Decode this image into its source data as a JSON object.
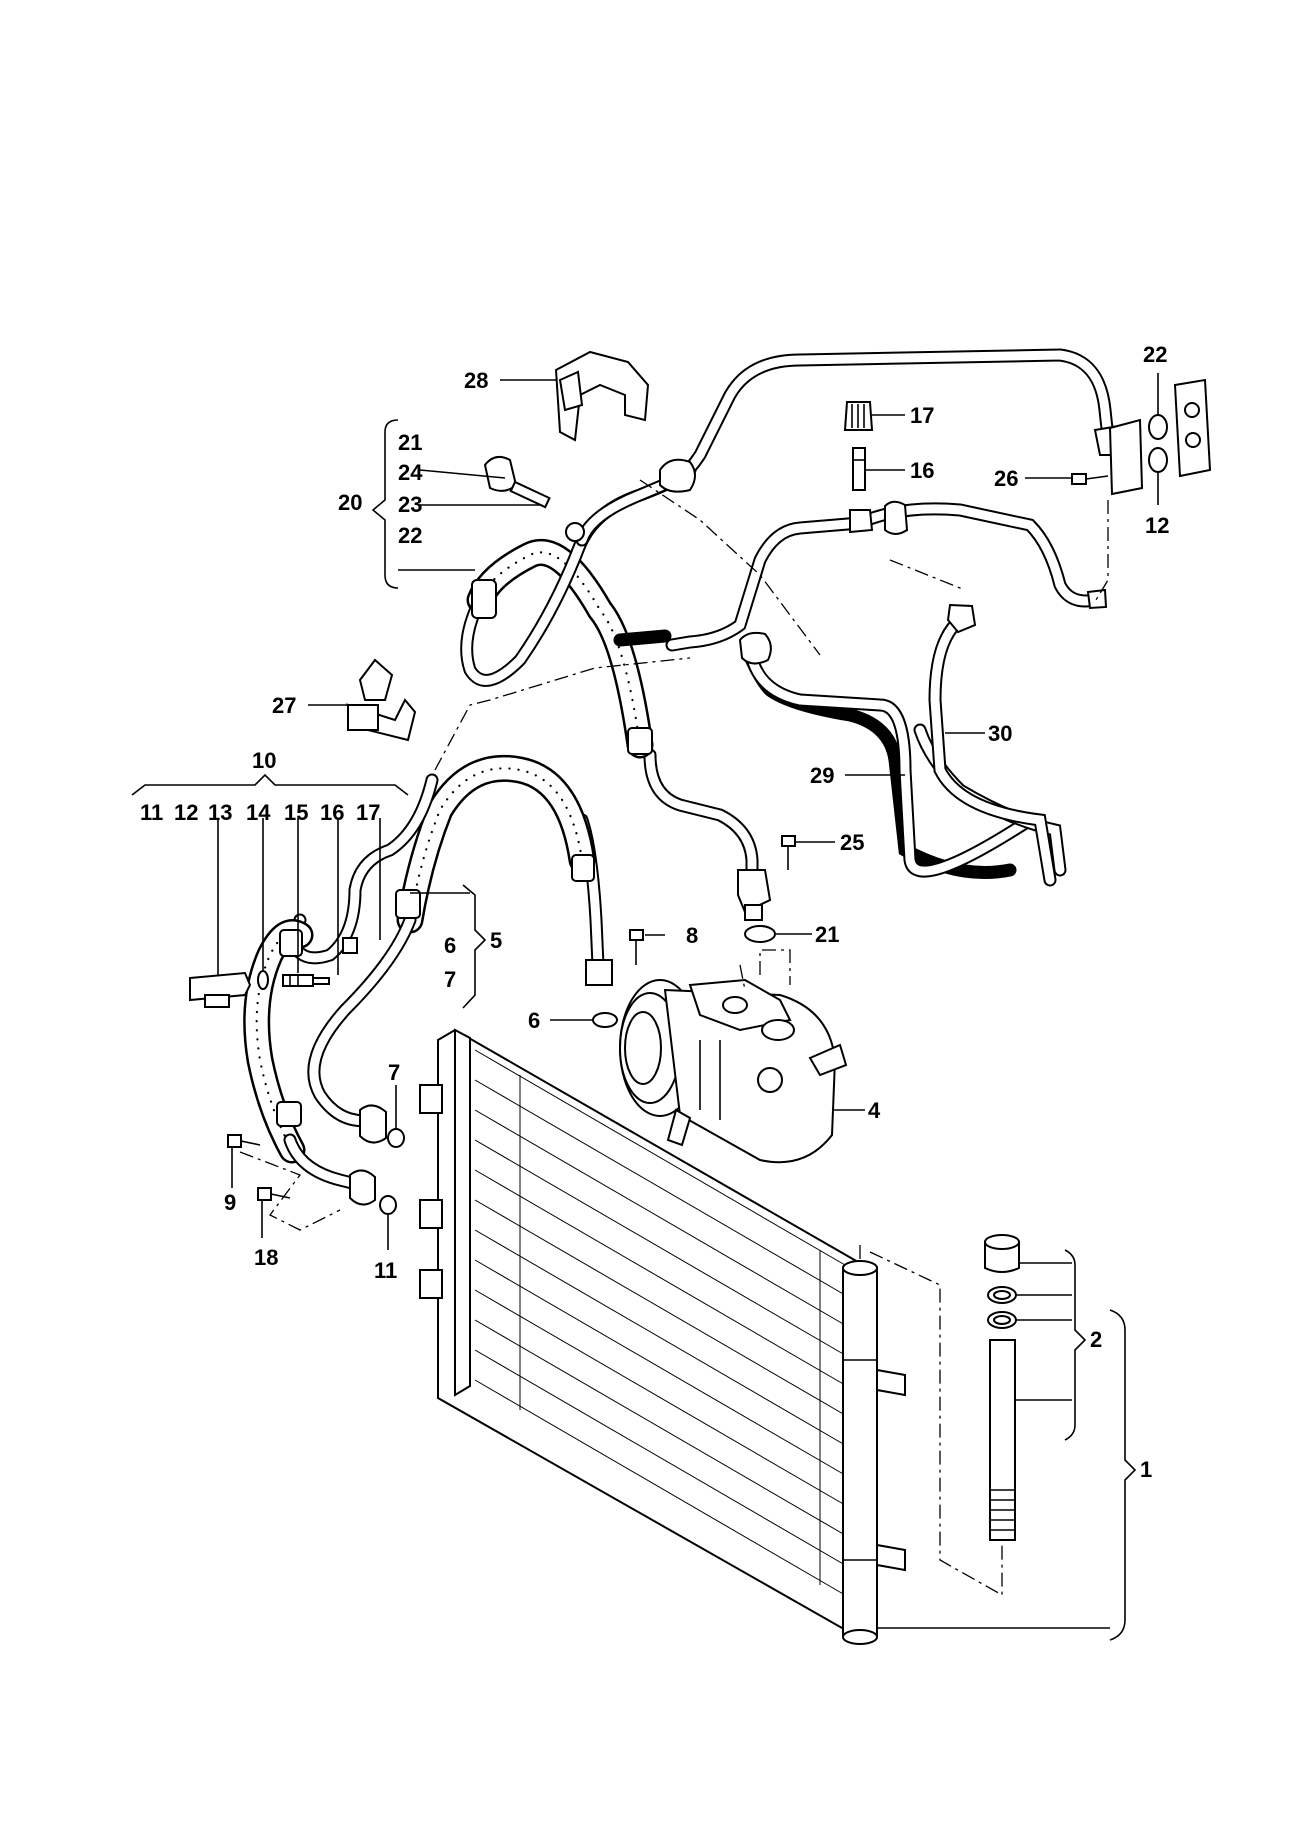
{
  "callouts": [
    {
      "id": "c1",
      "text": "1"
    },
    {
      "id": "c2",
      "text": "2"
    },
    {
      "id": "c4",
      "text": "4"
    },
    {
      "id": "c5",
      "text": "5"
    },
    {
      "id": "c6a",
      "text": "6"
    },
    {
      "id": "c7a",
      "text": "7"
    },
    {
      "id": "c6b",
      "text": "6"
    },
    {
      "id": "c7b",
      "text": "7"
    },
    {
      "id": "c8",
      "text": "8"
    },
    {
      "id": "c9",
      "text": "9"
    },
    {
      "id": "c10",
      "text": "10"
    },
    {
      "id": "c11a",
      "text": "11"
    },
    {
      "id": "c12a",
      "text": "12"
    },
    {
      "id": "c13",
      "text": "13"
    },
    {
      "id": "c14",
      "text": "14"
    },
    {
      "id": "c15",
      "text": "15"
    },
    {
      "id": "c16a",
      "text": "16"
    },
    {
      "id": "c17a",
      "text": "17"
    },
    {
      "id": "c11b",
      "text": "11"
    },
    {
      "id": "c18",
      "text": "18"
    },
    {
      "id": "c16b",
      "text": "16"
    },
    {
      "id": "c17b",
      "text": "17"
    },
    {
      "id": "c20",
      "text": "20"
    },
    {
      "id": "c21a",
      "text": "21"
    },
    {
      "id": "c24",
      "text": "24"
    },
    {
      "id": "c23",
      "text": "23"
    },
    {
      "id": "c22a",
      "text": "22"
    },
    {
      "id": "c21b",
      "text": "21"
    },
    {
      "id": "c22b",
      "text": "22"
    },
    {
      "id": "c12b",
      "text": "12"
    },
    {
      "id": "c25",
      "text": "25"
    },
    {
      "id": "c26",
      "text": "26"
    },
    {
      "id": "c27",
      "text": "27"
    },
    {
      "id": "c28",
      "text": "28"
    },
    {
      "id": "c29",
      "text": "29"
    },
    {
      "id": "c30",
      "text": "30"
    }
  ]
}
